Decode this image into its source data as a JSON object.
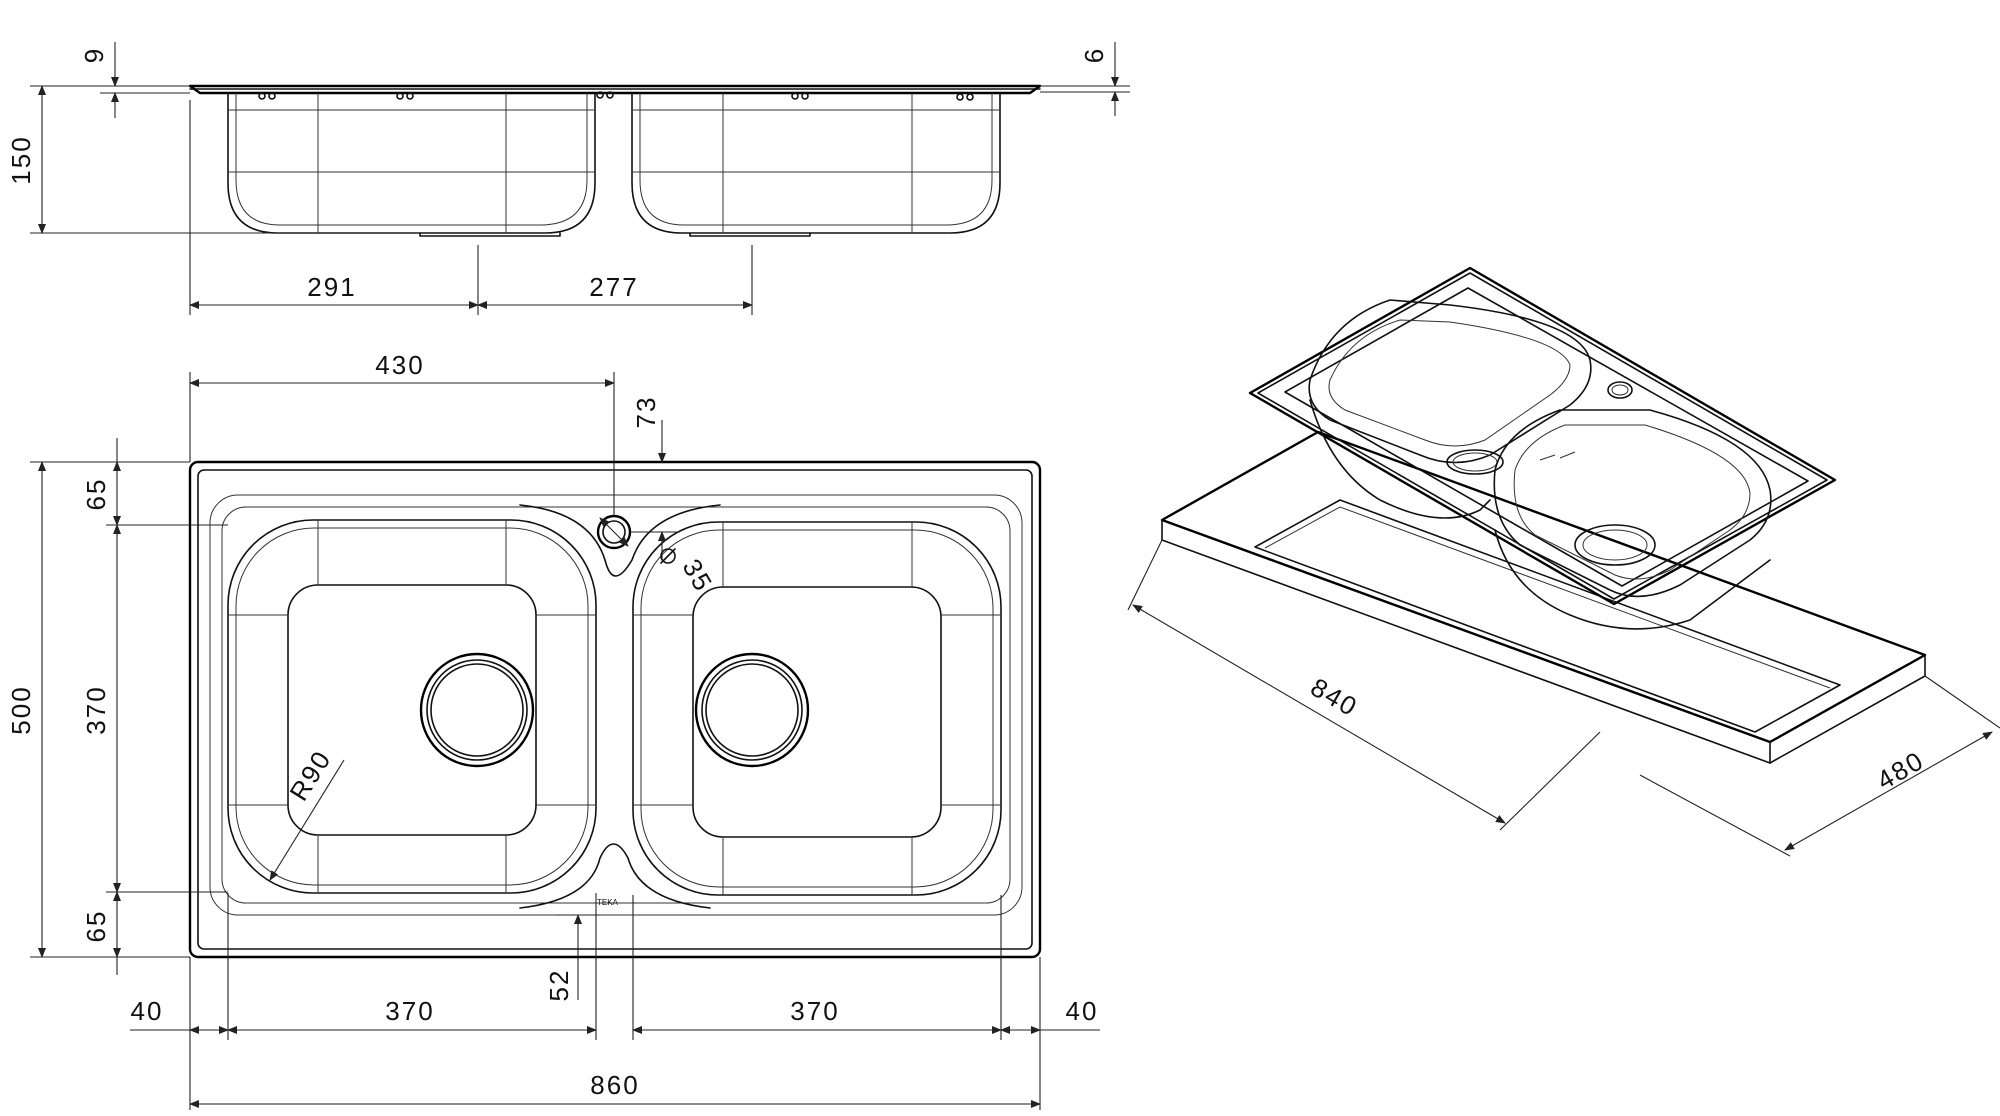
{
  "front_view": {
    "flange_thickness_left": "9",
    "flange_thickness_right": "6",
    "depth": "150",
    "left_offset": "291",
    "right_offset": "277"
  },
  "top_view": {
    "tap_offset": "430",
    "tap_from_back": "73",
    "tap_hole_diameter": "35",
    "corner_radius": "R90",
    "overall_depth": "500",
    "back_margin": "65",
    "bowl_depth": "370",
    "front_margin": "65",
    "drain_offset": "52",
    "left_margin": "40",
    "left_bowl_width": "370",
    "right_bowl_width": "370",
    "right_margin": "40",
    "overall_width": "860",
    "brand_mark": "TEKA"
  },
  "cutout_view": {
    "cutout_width": "840",
    "cutout_depth": "480"
  }
}
